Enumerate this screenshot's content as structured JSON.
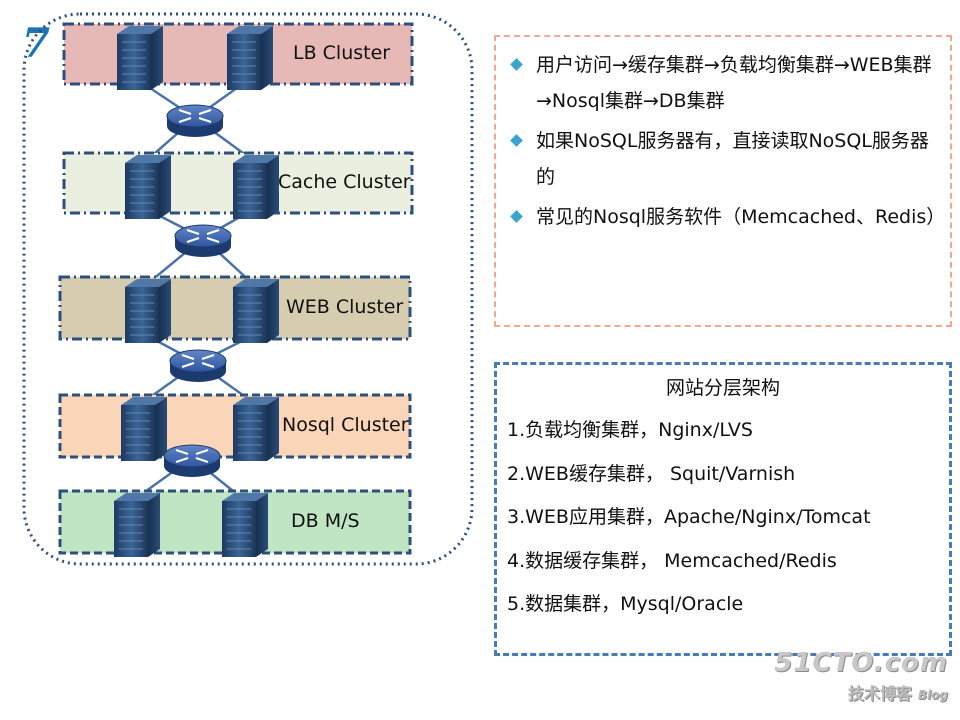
{
  "diagram": {
    "slide_number": "7",
    "clusters": [
      {
        "label": "LB Cluster",
        "fill": "#e6b9b6"
      },
      {
        "label": "Cache Cluster",
        "fill": "#ebefe0"
      },
      {
        "label": "WEB Cluster",
        "fill": "#d6ccb0"
      },
      {
        "label": "Nosql Cluster",
        "fill": "#fbd5b8"
      },
      {
        "label": "DB M/S",
        "fill": "#c0e5c2"
      }
    ],
    "colors": {
      "frame": "#2c4f7c",
      "link": "#4a74a8",
      "server": "#26466f",
      "switch": "#2a4c86",
      "outer": "#2e4f7a"
    }
  },
  "notes": [
    "用户访问→缓存集群→负载均衡集群→WEB集群→Nosql集群→DB集群",
    "如果NoSQL服务器有，直接读取NoSQL服务器的",
    "常见的Nosql服务软件（Memcached、Redis）"
  ],
  "layers": {
    "title": "网站分层架构",
    "items": [
      "1.负载均衡集群，Nginx/LVS",
      "2.WEB缓存集群， Squit/Varnish",
      "3.WEB应用集群，Apache/Nginx/Tomcat",
      "4.数据缓存集群， Memcached/Redis",
      "5.数据集群，Mysql/Oracle"
    ]
  },
  "watermark": {
    "site": "51CTO.com",
    "sub": "技术博客",
    "blog": "Blog"
  }
}
